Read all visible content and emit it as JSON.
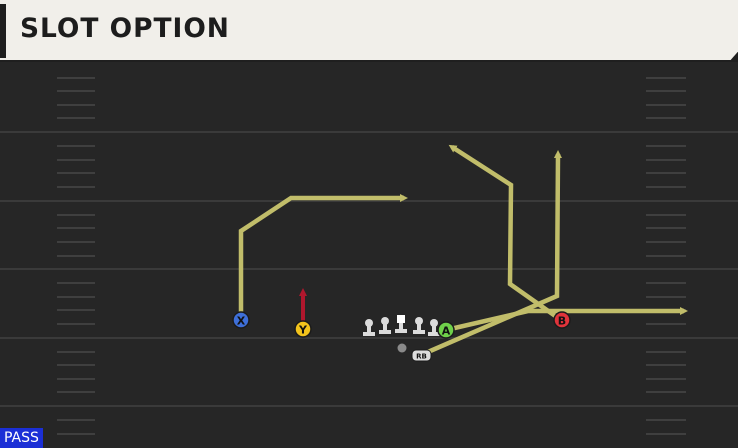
{
  "play": {
    "title": "SLOT OPTION",
    "type_label": "PASS"
  },
  "players": [
    {
      "id": "x",
      "label": "X",
      "color": "#3e6fd8"
    },
    {
      "id": "y",
      "label": "Y",
      "color": "#f2c31c"
    },
    {
      "id": "a",
      "label": "A",
      "color": "#6fd04a"
    },
    {
      "id": "b",
      "label": "B",
      "color": "#e0343b"
    },
    {
      "id": "rb",
      "label": "RB",
      "color": "#dcdcdc"
    }
  ],
  "colors": {
    "route": "#c1bd6a",
    "block": "#b0172d",
    "field": "#262626",
    "yard_line": "#3a3a3a",
    "hash": "#3f3f3f",
    "badge": "#1b2fd6"
  }
}
